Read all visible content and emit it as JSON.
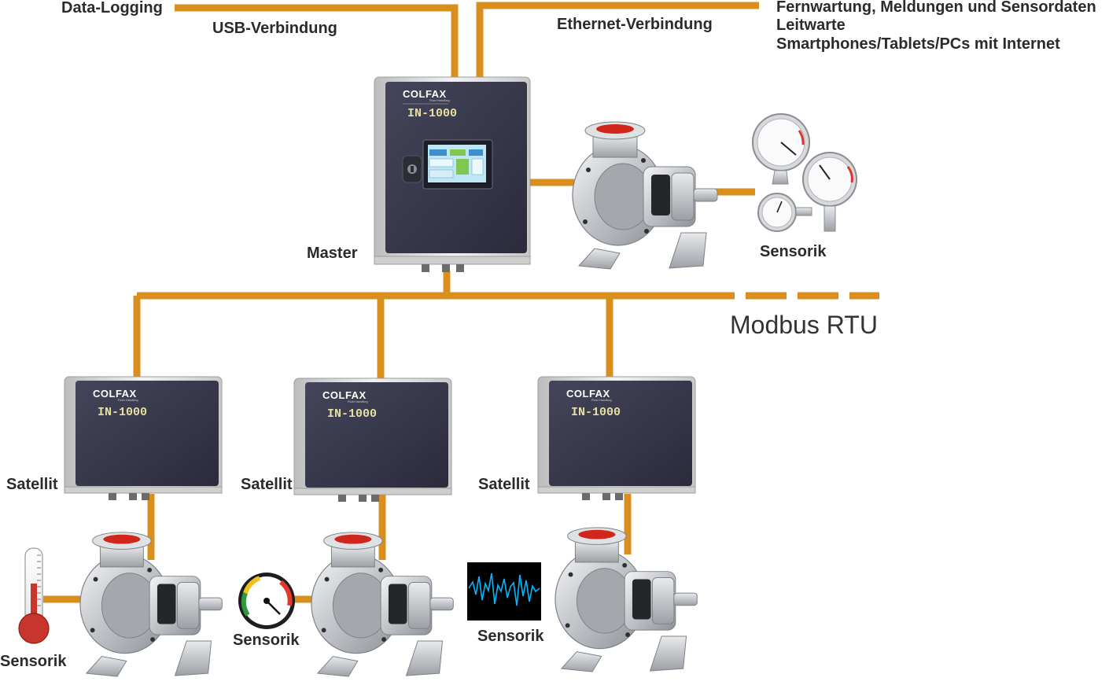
{
  "labels": {
    "data_logging": "Data-Logging",
    "usb": "USB-Verbindung",
    "ethernet": "Ethernet-Verbindung",
    "remote_line1": "Fernwartung, Meldungen und Sensordaten",
    "remote_line2": "Leitwarte",
    "remote_line3": "Smartphones/Tablets/PCs mit Internet",
    "master": "Master",
    "sensorik_master": "Sensorik",
    "modbus": "Modbus RTU",
    "satellit_1": "Satellit",
    "satellit_2": "Satellit",
    "satellit_3": "Satellit",
    "sensorik_1": "Sensorik",
    "sensorik_2": "Sensorik",
    "sensorik_3": "Sensorik"
  },
  "device": {
    "brand": "COLFAX",
    "brand_sub": "Fluid Handling",
    "model": "IN-1000"
  },
  "colors": {
    "wire": "#D98F1E",
    "cabinet": "#34344a",
    "cabinet_frame": "#d9d9d9",
    "pump_metal": "#c9ccd0",
    "pump_flange": "#d0261c",
    "oscilloscope_trace": "#00b7ff"
  },
  "icons": [
    "thermometer-icon",
    "pressure-gauge-icon",
    "oscilloscope-icon",
    "manometer-icon"
  ]
}
